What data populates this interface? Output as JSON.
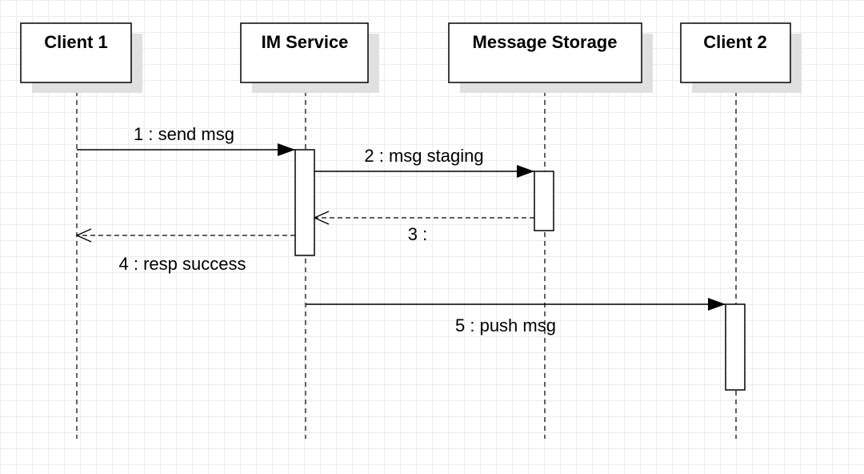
{
  "participants": [
    {
      "id": "client1",
      "label": "Client 1"
    },
    {
      "id": "im",
      "label": "IM Service"
    },
    {
      "id": "storage",
      "label": "Message Storage"
    },
    {
      "id": "client2",
      "label": "Client 2"
    }
  ],
  "messages": [
    {
      "id": "m1",
      "label": "1 : send msg",
      "from": "client1",
      "to": "im",
      "kind": "sync"
    },
    {
      "id": "m2",
      "label": "2 : msg staging",
      "from": "im",
      "to": "storage",
      "kind": "sync"
    },
    {
      "id": "m3",
      "label": "3 :",
      "from": "storage",
      "to": "im",
      "kind": "return"
    },
    {
      "id": "m4",
      "label": "4 : resp success",
      "from": "im",
      "to": "client1",
      "kind": "return"
    },
    {
      "id": "m5",
      "label": "5 : push msg",
      "from": "im",
      "to": "client2",
      "kind": "sync"
    }
  ]
}
